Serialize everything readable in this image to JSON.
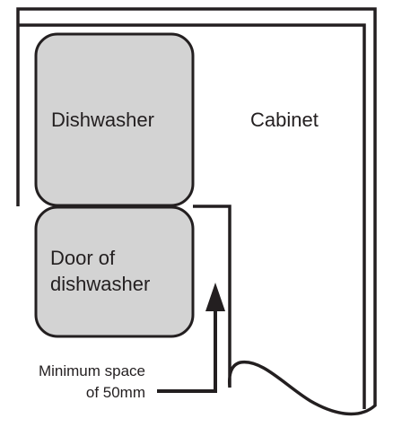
{
  "labels": {
    "dishwasher": "Dishwasher",
    "cabinet": "Cabinet",
    "door_line1": "Door of",
    "door_line2": "dishwasher",
    "min_space_line1": "Minimum space",
    "min_space_line2": "of 50mm"
  },
  "colors": {
    "stroke": "#231f20",
    "appliance_fill": "#d3d3d3",
    "background": "#ffffff"
  }
}
